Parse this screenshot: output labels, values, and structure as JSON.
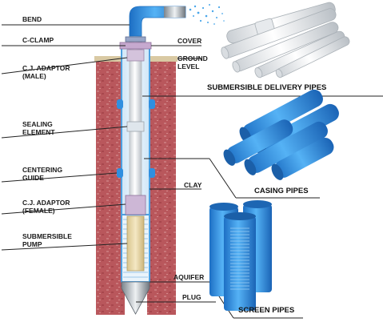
{
  "labels": {
    "bend": "BEND",
    "c_clamp": "C-CLAMP",
    "cj_adaptor_male_1": "C.J. ADAPTOR",
    "cj_adaptor_male_2": "(MALE)",
    "sealing_element_1": "SEALING",
    "sealing_element_2": "ELEMENT",
    "centering_guide_1": "CENTERING",
    "centering_guide_2": "GUIDE",
    "cj_adaptor_female_1": "C.J. ADAPTOR",
    "cj_adaptor_female_2": "(FEMALE)",
    "submersible_pump_1": "SUBMERSIBLE",
    "submersible_pump_2": "PUMP",
    "cover": "COVER",
    "ground_level_1": "GROUND",
    "ground_level_2": "LEVEL",
    "clay": "CLAY",
    "aquifer": "AQUIFER",
    "plug": "PLUG"
  },
  "products": {
    "delivery": "SUBMERSIBLE DELIVERY PIPES",
    "casing": "CASING PIPES",
    "screen": "SCREEN PIPES"
  },
  "colors": {
    "soil": "#b4545a",
    "pipe_blue": "#2f8fe0",
    "delivery_white": "#e9edf0",
    "pump": "#e8d7a6",
    "line": "#222222"
  }
}
